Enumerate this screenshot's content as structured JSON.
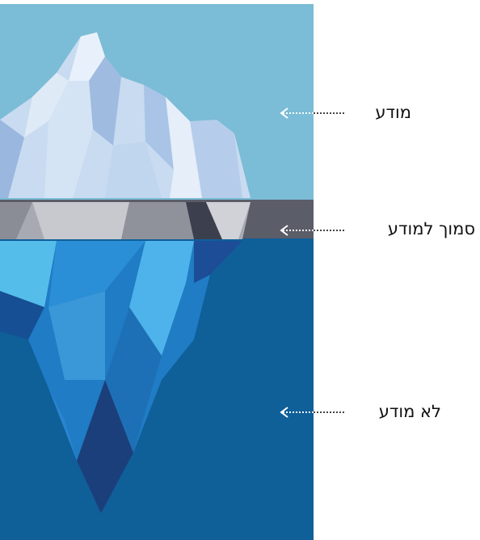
{
  "labels": {
    "top": "מודע",
    "middle": "סמוך למודע",
    "bottom": "לא מודע"
  },
  "colors": {
    "sky": "#7bbcd6",
    "middle_band": "#5b5d68",
    "ocean": "#0f5f99",
    "arrow": "#ffffff"
  }
}
